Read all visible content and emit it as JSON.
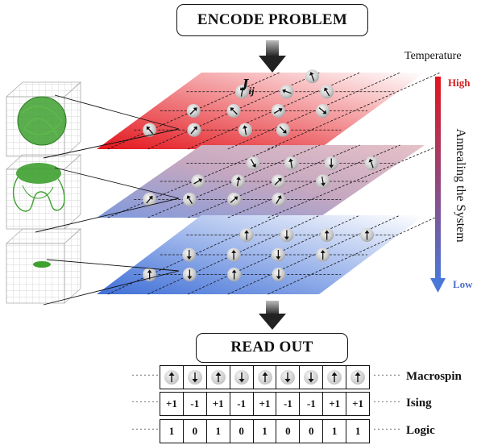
{
  "encode_title": "ENCODE PROBLEM",
  "readout_title": "READ OUT",
  "coupling_label": "J",
  "coupling_sub": "ij",
  "temperature": {
    "label": "Temperature",
    "high": "High",
    "low": "Low"
  },
  "annealing_label": "Annealing the System",
  "readout_rows": {
    "macrospin_label": "Macrospin",
    "ising_label": "Ising",
    "logic_label": "Logic",
    "macrospin": [
      "up",
      "down",
      "up",
      "down",
      "up",
      "down",
      "down",
      "up",
      "up"
    ],
    "ising": [
      "+1",
      "-1",
      "+1",
      "-1",
      "+1",
      "-1",
      "-1",
      "+1",
      "+1"
    ],
    "logic": [
      "1",
      "0",
      "1",
      "0",
      "1",
      "0",
      "0",
      "1",
      "1"
    ]
  },
  "colors": {
    "hot": "#e3141b",
    "cold": "#3f6fd7",
    "mid": "#9b87b8",
    "trajectory": "#3ea02f"
  }
}
